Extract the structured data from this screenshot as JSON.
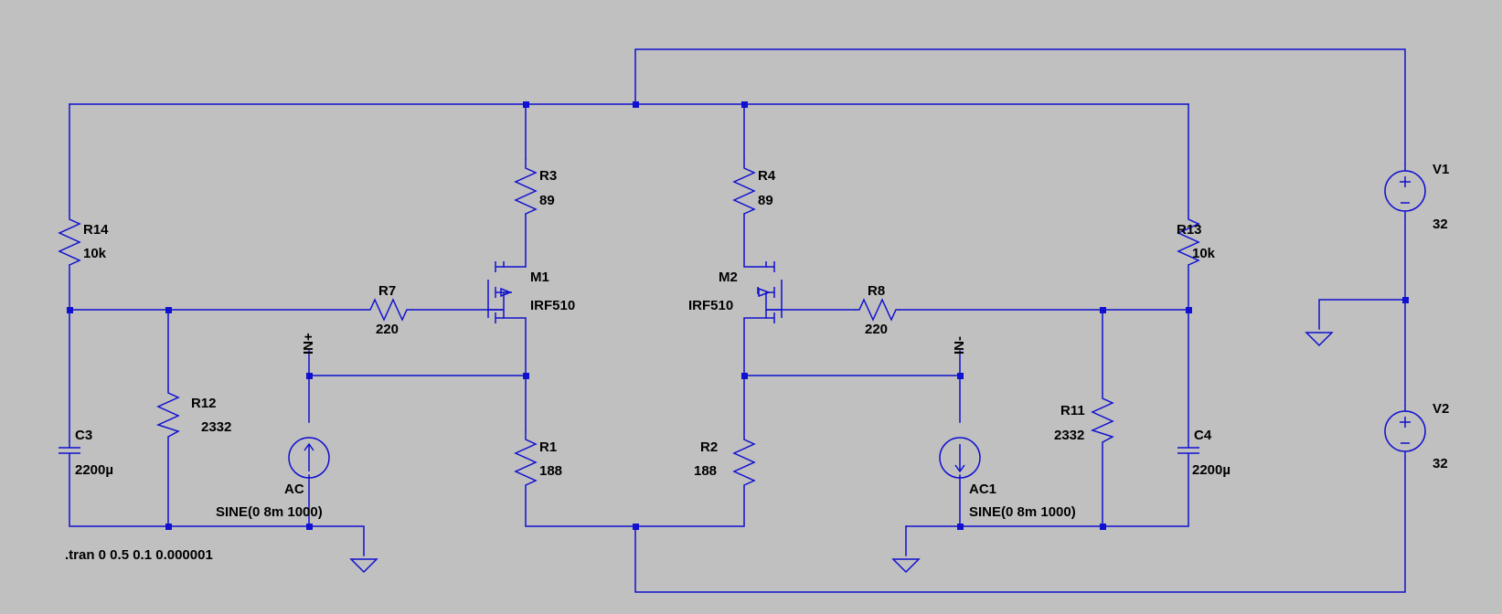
{
  "components": {
    "R14": {
      "name": "R14",
      "value": "10k"
    },
    "R12": {
      "name": "R12",
      "value": "2332"
    },
    "R7": {
      "name": "R7",
      "value": "220"
    },
    "R3": {
      "name": "R3",
      "value": "89"
    },
    "R1": {
      "name": "R1",
      "value": "188"
    },
    "R4": {
      "name": "R4",
      "value": "89"
    },
    "R2": {
      "name": "R2",
      "value": "188"
    },
    "R8": {
      "name": "R8",
      "value": "220"
    },
    "R11": {
      "name": "R11",
      "value": "2332"
    },
    "R13": {
      "name": "R13",
      "value": "10k"
    },
    "C3": {
      "name": "C3",
      "value": "2200µ"
    },
    "C4": {
      "name": "C4",
      "value": "2200µ"
    },
    "M1": {
      "name": "M1",
      "value": "IRF510"
    },
    "M2": {
      "name": "M2",
      "value": "IRF510"
    },
    "AC": {
      "name": "AC",
      "value": "SINE(0 8m 1000)"
    },
    "AC1": {
      "name": "AC1",
      "value": "SINE(0 8m 1000)"
    },
    "V1": {
      "name": "V1",
      "value": "32"
    },
    "V2": {
      "name": "V2",
      "value": "32"
    }
  },
  "net_labels": {
    "in_plus": "IN+",
    "in_minus": "IN-"
  },
  "directive": ".tran 0 0.5 0.1 0.000001",
  "colors": {
    "background": "#c0c0c0",
    "wire": "#1010d0",
    "text": "#000000"
  }
}
